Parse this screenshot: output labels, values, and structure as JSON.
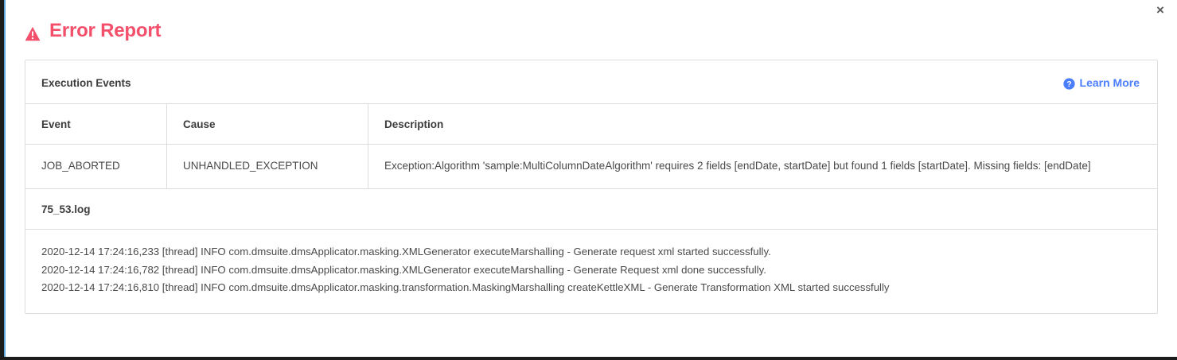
{
  "dialog": {
    "title": "Error Report",
    "warning_icon": "warning-triangle-icon",
    "close_label": "×",
    "title_color": "#f4506b"
  },
  "card": {
    "heading": "Execution Events",
    "learn_more": {
      "label": "Learn More",
      "icon": "help-circle-icon",
      "color": "#4a7efc"
    }
  },
  "events_table": {
    "columns": [
      "Event",
      "Cause",
      "Description"
    ],
    "rows": [
      {
        "event": "JOB_ABORTED",
        "cause": "UNHANDLED_EXCEPTION",
        "description": "Exception:Algorithm 'sample:MultiColumnDateAlgorithm' requires 2 fields [endDate, startDate] but found 1 fields [startDate]. Missing fields: [endDate]"
      }
    ]
  },
  "log": {
    "filename": "75_53.log",
    "lines": [
      "2020-12-14 17:24:16,233 [thread] INFO com.dmsuite.dmsApplicator.masking.XMLGenerator executeMarshalling - Generate request xml started successfully.",
      "2020-12-14 17:24:16,782 [thread] INFO com.dmsuite.dmsApplicator.masking.XMLGenerator executeMarshalling - Generate Request xml done successfully.",
      "2020-12-14 17:24:16,810 [thread] INFO com.dmsuite.dmsApplicator.masking.transformation.MaskingMarshalling createKettleXML - Generate Transformation XML started successfully"
    ]
  }
}
